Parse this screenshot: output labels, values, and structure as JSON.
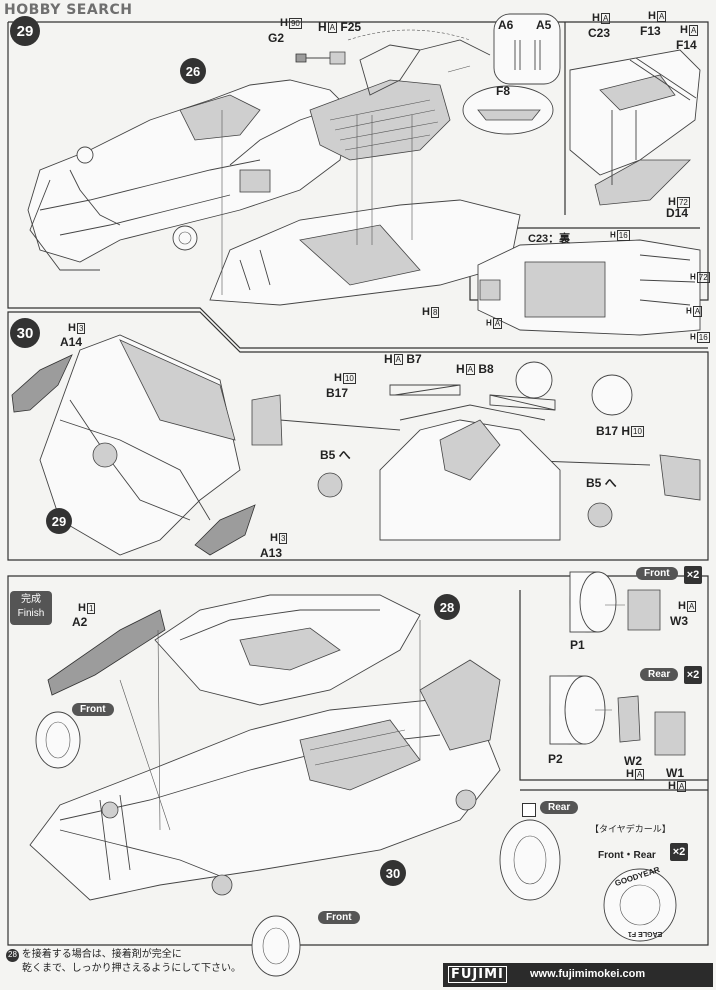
{
  "header": {
    "logo_text": "HOBBY SEARCH"
  },
  "steps": {
    "s29": {
      "number": "29",
      "sub_number": "26"
    },
    "s30": {
      "number": "30",
      "sub_number": "29"
    },
    "finish": {
      "sub_a": "28",
      "sub_b": "30",
      "label_jp": "完成",
      "label_en": "Finish"
    }
  },
  "labels": {
    "g2": "G2",
    "g2_src": "H",
    "g2_box": "90",
    "f25": "F25",
    "f25_src": "H",
    "f25_box": "A",
    "a6": "A6",
    "a5": "A5",
    "f8": "F8",
    "c23": "C23",
    "c23_src": "H",
    "c23_box": "A",
    "f13": "F13",
    "f13_src": "H",
    "f13_box": "A",
    "f14": "F14",
    "f14_src": "H",
    "f14_box": "A",
    "d14": "D14",
    "d14_src": "H",
    "d14_box": "72",
    "h8_src": "H",
    "h8_box": "8",
    "c23_back": "C23：裏",
    "h16a_src": "H",
    "h16a_box": "16",
    "h16b_src": "H",
    "h16b_box": "16",
    "h72_src": "H",
    "h72_box": "72",
    "ha1_src": "H",
    "ha1_box": "A",
    "ha2_src": "H",
    "ha2_box": "A",
    "a14": "A14",
    "a14_src": "H",
    "a14_box": "3",
    "b7": "B7",
    "b7_src": "H",
    "b7_box": "A",
    "b8": "B8",
    "b8_src": "H",
    "b8_box": "A",
    "b17_left": "B17",
    "b17l_src": "H",
    "b17l_box": "10",
    "b17_right": "B17",
    "b17r_src": "H",
    "b17r_box": "10",
    "b5_left": "B5 へ",
    "b5_right": "B5 へ",
    "a13": "A13",
    "a13_src": "H",
    "a13_box": "3",
    "a2": "A2",
    "a2_src": "H",
    "a2_box": "1",
    "p1": "P1",
    "w3": "W3",
    "w3_src": "H",
    "w3_box": "A",
    "p2": "P2",
    "w2": "W2",
    "w2_src": "H",
    "w2_box": "A",
    "w1": "W1",
    "w1_src": "H",
    "w1_box": "A"
  },
  "pills": {
    "front_right": "Front",
    "rear_right": "Rear",
    "front_left": "Front",
    "rear_car": "Rear",
    "front_bottom": "Front",
    "x2": "×2"
  },
  "tire_decal": {
    "title": "【タイヤデカール】",
    "front_rear": "Front・Rear",
    "brand_top": "GOODYEAR",
    "brand_bottom": "EAGLE F1"
  },
  "note": {
    "line1": "を接着する場合は、接着剤が完全に",
    "line2": "乾くまで、しっかり押さえるようにして下さい。",
    "ref": "28"
  },
  "footer": {
    "brand": "FUJIMI",
    "url": "www.fujimimokei.com"
  }
}
